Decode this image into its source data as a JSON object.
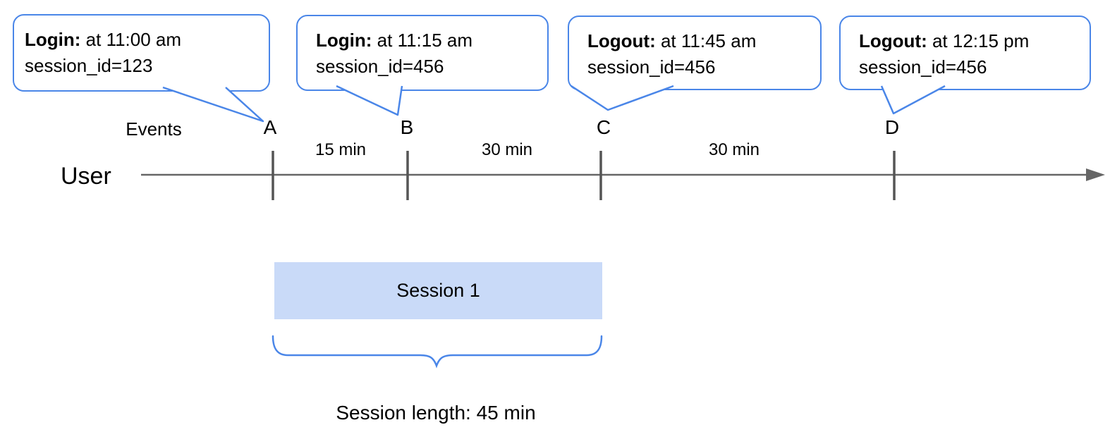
{
  "diagram": {
    "events_label": "Events",
    "user_label": "User",
    "callouts": [
      {
        "event": "A",
        "bold": "Login:",
        "time": "at 11:00 am",
        "session": "session_id=123"
      },
      {
        "event": "B",
        "bold": "Login:",
        "time": "at 11:15 am",
        "session": "session_id=456"
      },
      {
        "event": "C",
        "bold": "Logout:",
        "time": "at 11:45 am",
        "session": "session_id=456"
      },
      {
        "event": "D",
        "bold": "Logout:",
        "time": "at 12:15 pm",
        "session": "session_id=456"
      }
    ],
    "intervals": [
      {
        "label": "15 min"
      },
      {
        "label": "30 min"
      },
      {
        "label": "30 min"
      }
    ],
    "session_box": {
      "label": "Session 1"
    },
    "session_length": {
      "label": "Session length: 45 min"
    },
    "colors": {
      "accent_blue": "#4a86e8",
      "session_fill": "#c9daf8",
      "timeline_gray": "#666666",
      "tick_gray": "#555555"
    }
  }
}
